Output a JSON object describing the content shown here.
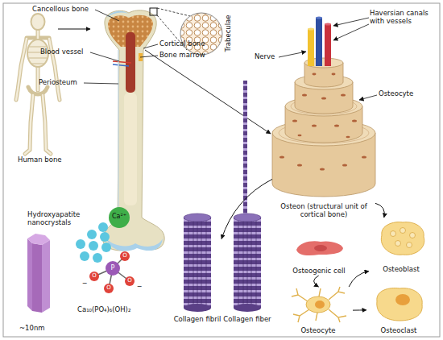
{
  "diagram": {
    "nodes": [
      {
        "text": [
          "Osteon (structural unit of cortical bone)"
        ]
      },
      {
        "text": [
          "Collagen fibril"
        ]
      },
      {
        "text": [
          "Collagen fiber"
        ]
      },
      {
        "text": [
          "Osteogenic cell"
        ]
      },
      {
        "text": [
          "Osteoblast"
        ]
      },
      {
        "text": [
          "Osteocyte"
        ]
      },
      {
        "text": [
          "Osteoclast"
        ]
      }
    ],
    "edges": [
      {
        "from": 0,
        "to": 1,
        "arrow": "to"
      },
      {
        "from": 0,
        "to": 4,
        "arrow": "to"
      },
      {
        "from": 3,
        "to": 5,
        "arrow": "to"
      },
      {
        "from": 5,
        "to": 4,
        "arrow": "to"
      },
      {
        "from": 5,
        "to": 6,
        "arrow": "to"
      }
    ],
    "labels": [
      "Cancellous bone",
      "Blood vessel",
      "Cortical bone",
      "Bone marrow",
      "Periosteum",
      "Human bone",
      "Trabeculae",
      "Nerve",
      "Haversian canals with vessels",
      "Osteocyte",
      "Hydroxyapatite nanocrystals",
      "Ca²⁺",
      "P",
      "O",
      "O",
      "O",
      "O",
      "−",
      "−",
      "Ca₁₀(PO₄)₆(OH)₂",
      "~10nm"
    ]
  }
}
